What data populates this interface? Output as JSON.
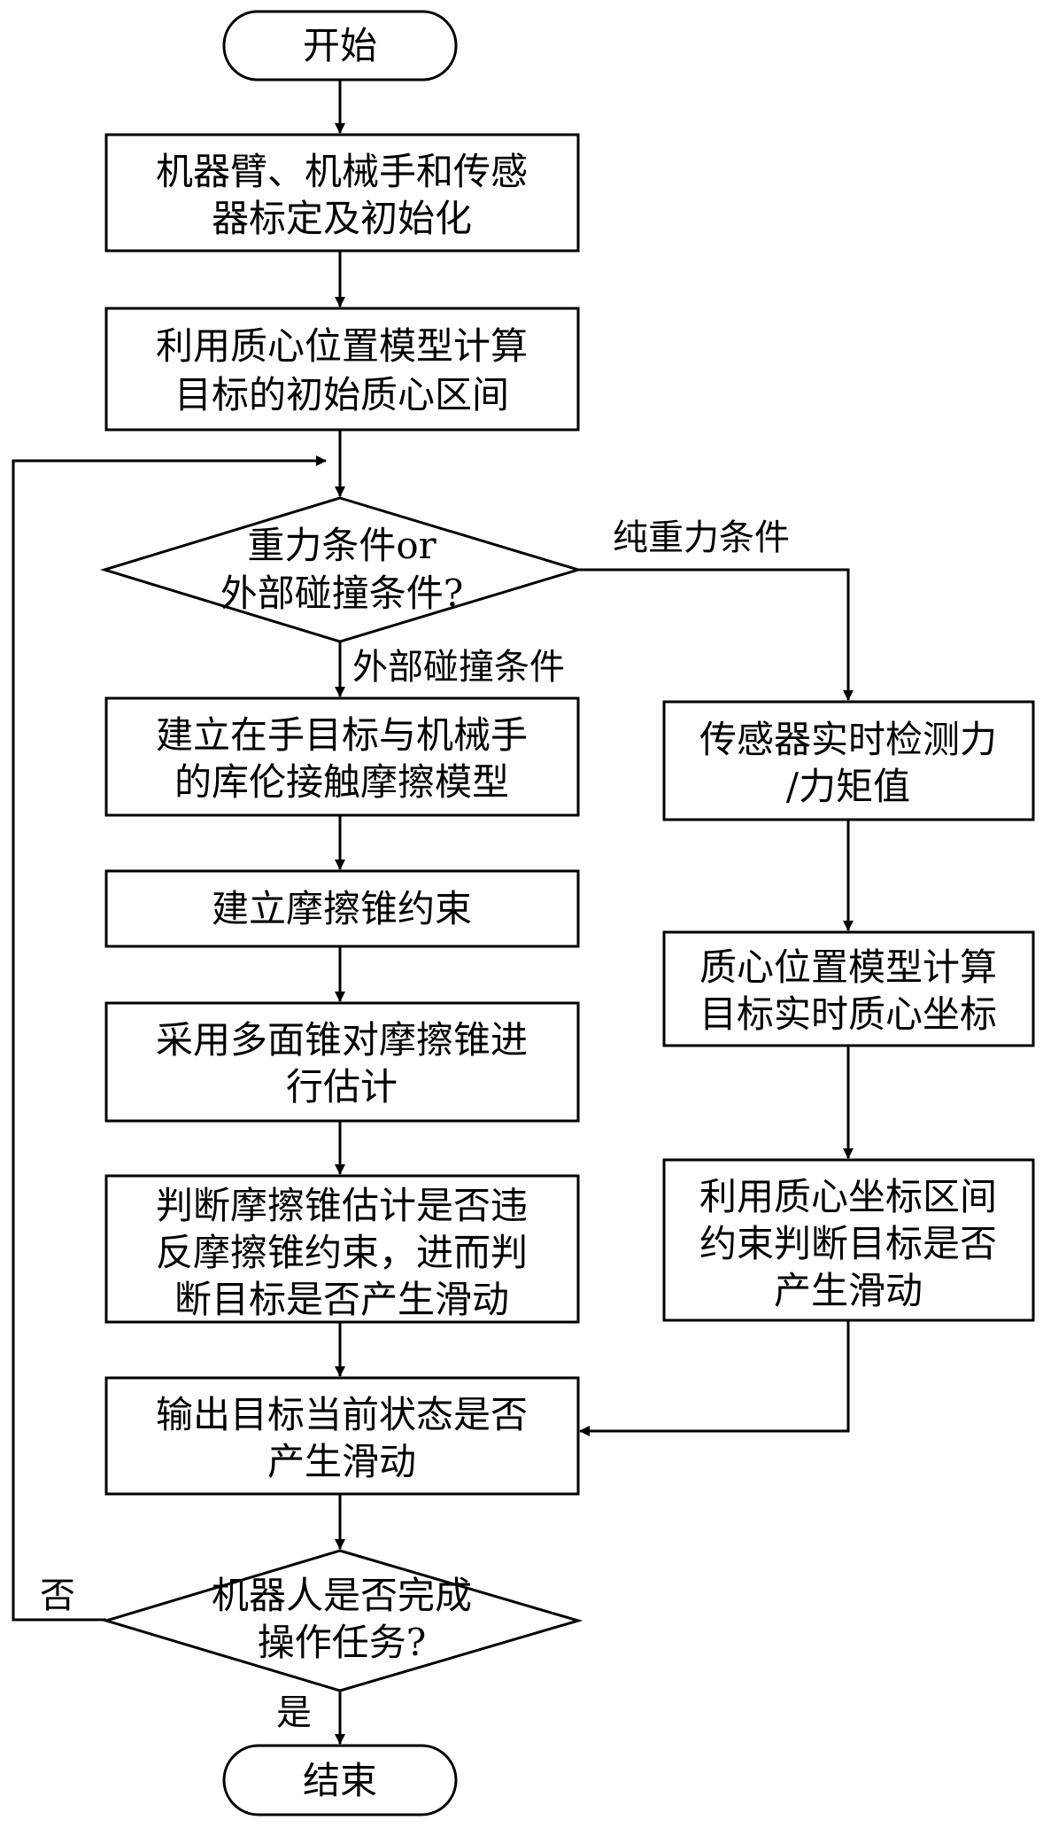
{
  "nodes": {
    "start": {
      "label": "开始"
    },
    "calibrate": {
      "lines": [
        "机器臂、机械手和传感",
        "器标定及初始化"
      ]
    },
    "initial_interval": {
      "lines": [
        "利用质心位置模型计算",
        "目标的初始质心区间"
      ]
    },
    "condition": {
      "lines": [
        "重力条件or",
        "外部碰撞条件?"
      ]
    },
    "coulomb_model": {
      "lines": [
        "建立在手目标与机械手",
        "的库伦接触摩擦模型"
      ]
    },
    "cone_constraint": {
      "label": "建立摩擦锥约束"
    },
    "polyhedral": {
      "lines": [
        "采用多面锥对摩擦锥进",
        "行估计"
      ]
    },
    "judge_cone": {
      "lines": [
        "判断摩擦锥估计是否违",
        "反摩擦锥约束，进而判",
        "断目标是否产生滑动"
      ]
    },
    "sensor_detect": {
      "lines": [
        "传感器实时检测力",
        "/力矩值"
      ]
    },
    "realtime_com": {
      "lines": [
        "质心位置模型计算",
        "目标实时质心坐标"
      ]
    },
    "interval_judge": {
      "lines": [
        "利用质心坐标区间",
        "约束判断目标是否",
        "产生滑动"
      ]
    },
    "output": {
      "lines": [
        "输出目标当前状态是否",
        "产生滑动"
      ]
    },
    "task_done": {
      "lines": [
        "机器人是否完成",
        "操作任务?"
      ]
    },
    "end": {
      "label": "结束"
    }
  },
  "edge_labels": {
    "gravity": "纯重力条件",
    "collision": "外部碰撞条件",
    "no": "否",
    "yes": "是"
  }
}
